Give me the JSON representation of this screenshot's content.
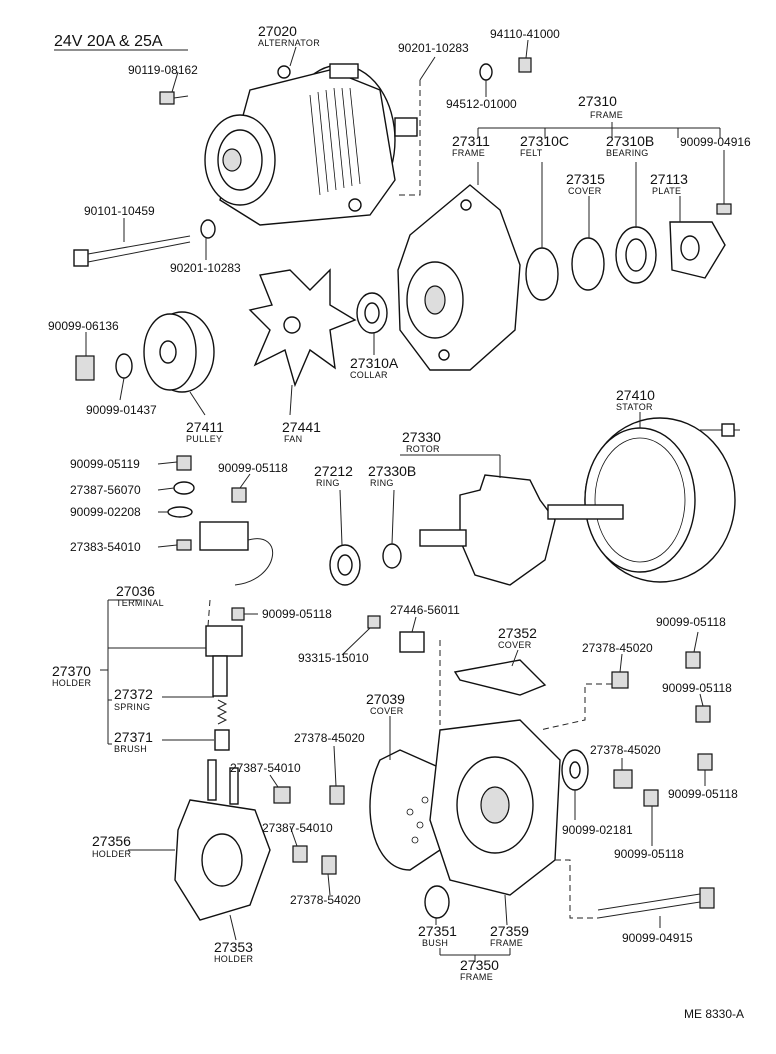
{
  "title": "24V 20A & 25A",
  "footer_code": "ME 8330-A",
  "parts": [
    {
      "number": "27020",
      "name": "ALTERNATOR"
    },
    {
      "number": "90119-08162",
      "name": ""
    },
    {
      "number": "90201-10283",
      "name": ""
    },
    {
      "number": "94110-41000",
      "name": ""
    },
    {
      "number": "94512-01000",
      "name": ""
    },
    {
      "number": "27310",
      "name": "FRAME"
    },
    {
      "number": "27311",
      "name": "FRAME"
    },
    {
      "number": "27310C",
      "name": "FELT"
    },
    {
      "number": "27310B",
      "name": "BEARING"
    },
    {
      "number": "90099-04916",
      "name": ""
    },
    {
      "number": "27315",
      "name": "COVER"
    },
    {
      "number": "27113",
      "name": "PLATE"
    },
    {
      "number": "90101-10459",
      "name": ""
    },
    {
      "number": "90201-10283",
      "name": ""
    },
    {
      "number": "90099-06136",
      "name": ""
    },
    {
      "number": "90099-01437",
      "name": ""
    },
    {
      "number": "27411",
      "name": "PULLEY"
    },
    {
      "number": "27441",
      "name": "FAN"
    },
    {
      "number": "27310A",
      "name": "COLLAR"
    },
    {
      "number": "27410",
      "name": "STATOR"
    },
    {
      "number": "27330",
      "name": "ROTOR"
    },
    {
      "number": "27212",
      "name": "RING"
    },
    {
      "number": "27330B",
      "name": "RING"
    },
    {
      "number": "90099-05119",
      "name": ""
    },
    {
      "number": "90099-05118",
      "name": ""
    },
    {
      "number": "27387-56070",
      "name": ""
    },
    {
      "number": "90099-02208",
      "name": ""
    },
    {
      "number": "27383-54010",
      "name": ""
    },
    {
      "number": "27036",
      "name": "TERMINAL"
    },
    {
      "number": "90099-05118",
      "name": ""
    },
    {
      "number": "27446-56011",
      "name": ""
    },
    {
      "number": "93315-15010",
      "name": ""
    },
    {
      "number": "27352",
      "name": "COVER"
    },
    {
      "number": "90099-05118",
      "name": ""
    },
    {
      "number": "27370",
      "name": "HOLDER"
    },
    {
      "number": "27378-45020",
      "name": ""
    },
    {
      "number": "90099-05118",
      "name": ""
    },
    {
      "number": "27372",
      "name": "SPRING"
    },
    {
      "number": "27039",
      "name": "COVER"
    },
    {
      "number": "27371",
      "name": "BRUSH"
    },
    {
      "number": "27378-45020",
      "name": ""
    },
    {
      "number": "27378-45020",
      "name": ""
    },
    {
      "number": "27387-54010",
      "name": ""
    },
    {
      "number": "90099-05118",
      "name": ""
    },
    {
      "number": "90099-02181",
      "name": ""
    },
    {
      "number": "27356",
      "name": "HOLDER"
    },
    {
      "number": "27387-54010",
      "name": ""
    },
    {
      "number": "90099-05118",
      "name": ""
    },
    {
      "number": "27378-54020",
      "name": ""
    },
    {
      "number": "27353",
      "name": "HOLDER"
    },
    {
      "number": "27351",
      "name": "BUSH"
    },
    {
      "number": "27359",
      "name": "FRAME"
    },
    {
      "number": "90099-04915",
      "name": ""
    },
    {
      "number": "27350",
      "name": "FRAME"
    }
  ]
}
